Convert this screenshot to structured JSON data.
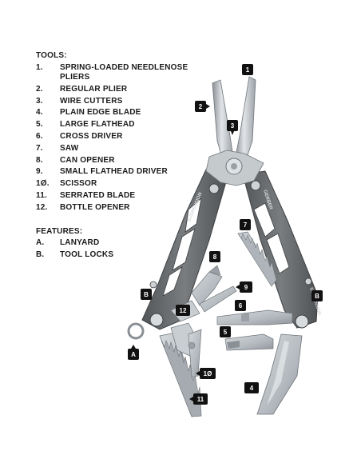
{
  "tools": {
    "heading": "TOOLS:",
    "items": [
      {
        "num": "1.",
        "label": "SPRING-LOADED NEEDLENOSE PLIERS"
      },
      {
        "num": "2.",
        "label": "REGULAR PLIER"
      },
      {
        "num": "3.",
        "label": "WIRE CUTTERS"
      },
      {
        "num": "4.",
        "label": "PLAIN EDGE BLADE"
      },
      {
        "num": "5.",
        "label": "LARGE FLATHEAD"
      },
      {
        "num": "6.",
        "label": "CROSS DRIVER"
      },
      {
        "num": "7.",
        "label": "SAW"
      },
      {
        "num": "8.",
        "label": "CAN OPENER"
      },
      {
        "num": "9.",
        "label": "SMALL FLATHEAD DRIVER"
      },
      {
        "num": "1Ø.",
        "label": "SCISSOR"
      },
      {
        "num": "11.",
        "label": "SERRATED BLADE"
      },
      {
        "num": "12.",
        "label": "BOTTLE OPENER"
      }
    ]
  },
  "features": {
    "heading": "FEATURES:",
    "items": [
      {
        "num": "A.",
        "label": "LANYARD"
      },
      {
        "num": "B.",
        "label": "TOOL LOCKS"
      }
    ]
  },
  "callouts": [
    "1",
    "2",
    "3",
    "4",
    "5",
    "6",
    "7",
    "8",
    "9",
    "1Ø",
    "11",
    "12",
    "A",
    "B",
    "B"
  ],
  "handle_text": [
    "GERBER",
    "SUSPENSION"
  ],
  "colors": {
    "text": "#1a1a1a",
    "callout_bg": "#111111",
    "callout_text": "#ffffff",
    "handle": "#6b6e70",
    "handle_dark": "#4a4c4e",
    "steel": "#b9bec3",
    "steel_light": "#dde1e4",
    "steel_dark": "#8a9096"
  }
}
